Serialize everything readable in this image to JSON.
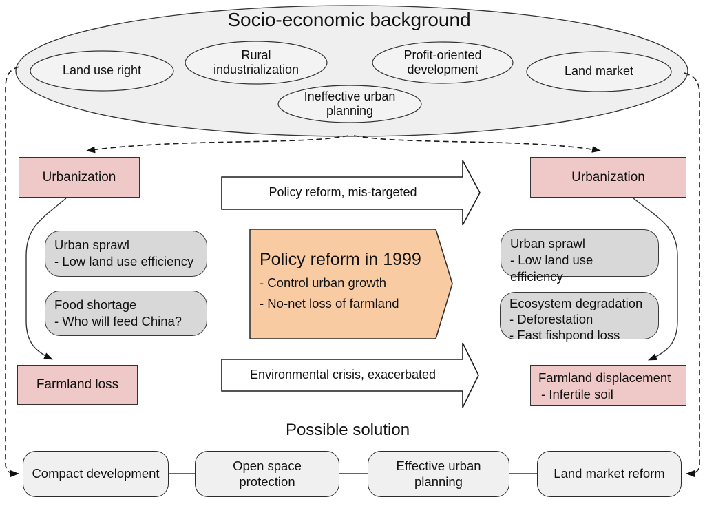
{
  "colors": {
    "pink": "#EFC9C7",
    "gray": "#D8D8D8",
    "orange": "#F9CBA3",
    "light_gray": "#F0F0F0",
    "outline": "#333333"
  },
  "background_section": {
    "title": "Socio-economic background",
    "factors": [
      "Land use right",
      "Rural\nindustrialization",
      "Profit-oriented\ndevelopment",
      "Land market",
      "Ineffective urban\nplanning"
    ]
  },
  "left_flow": {
    "urbanization": "Urbanization",
    "urban_sprawl": {
      "title": "Urban sprawl",
      "bullet": "- Low land use efficiency"
    },
    "food_shortage": {
      "title": "Food shortage",
      "bullet": "- Who will feed China?"
    },
    "farmland_loss": "Farmland loss"
  },
  "center_flow": {
    "top_arrow": "Policy reform, mis-targeted",
    "policy_box": {
      "title": "Policy reform in 1999",
      "bullets": [
        "- Control urban growth",
        "- No-net loss of farmland"
      ]
    },
    "bottom_arrow": "Environmental crisis, exacerbated"
  },
  "right_flow": {
    "urbanization": "Urbanization",
    "urban_sprawl": {
      "title": "Urban sprawl",
      "bullet": "- Low land use efficiency"
    },
    "ecosystem_degradation": {
      "title": "Ecosystem degradation",
      "bullets": [
        "- Deforestation",
        "- Fast fishpond loss"
      ]
    },
    "farmland_displacement": {
      "title": "Farmland displacement",
      "bullet": "- Infertile soil"
    }
  },
  "solution_section": {
    "title": "Possible solution",
    "items": [
      "Compact development",
      "Open space\nprotection",
      "Effective urban\nplanning",
      "Land market reform"
    ]
  }
}
